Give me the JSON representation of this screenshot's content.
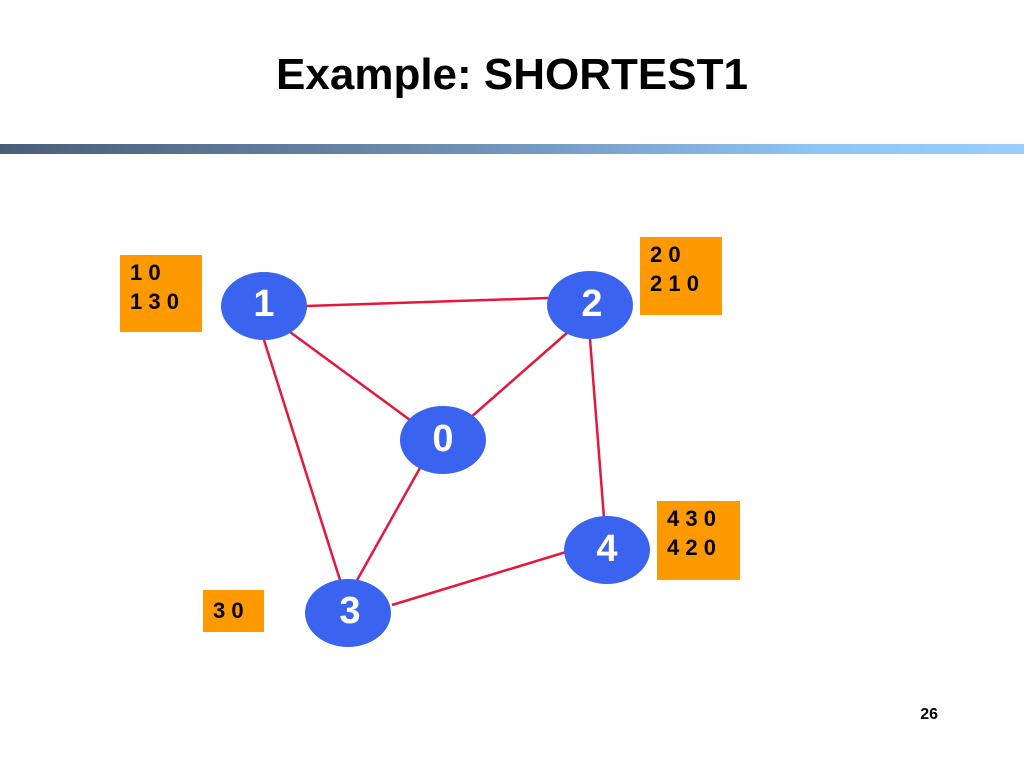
{
  "title": "Example: SHORTEST1",
  "page_number": "26",
  "colors": {
    "node": "#3a64f0",
    "edge": "#e8163c",
    "label_bg": "#ff9900"
  },
  "nodes": [
    {
      "id": "0",
      "label": "0"
    },
    {
      "id": "1",
      "label": "1"
    },
    {
      "id": "2",
      "label": "2"
    },
    {
      "id": "3",
      "label": "3"
    },
    {
      "id": "4",
      "label": "4"
    }
  ],
  "edges": [
    [
      "1",
      "2"
    ],
    [
      "1",
      "0"
    ],
    [
      "2",
      "0"
    ],
    [
      "1",
      "3"
    ],
    [
      "0",
      "3"
    ],
    [
      "2",
      "4"
    ],
    [
      "3",
      "4"
    ]
  ],
  "path_labels": {
    "n1": [
      "1 0",
      "1 3 0"
    ],
    "n2": [
      "2 0",
      "2 1 0"
    ],
    "n3": [
      "3 0"
    ],
    "n4": [
      "4 3 0",
      "4 2 0"
    ]
  }
}
